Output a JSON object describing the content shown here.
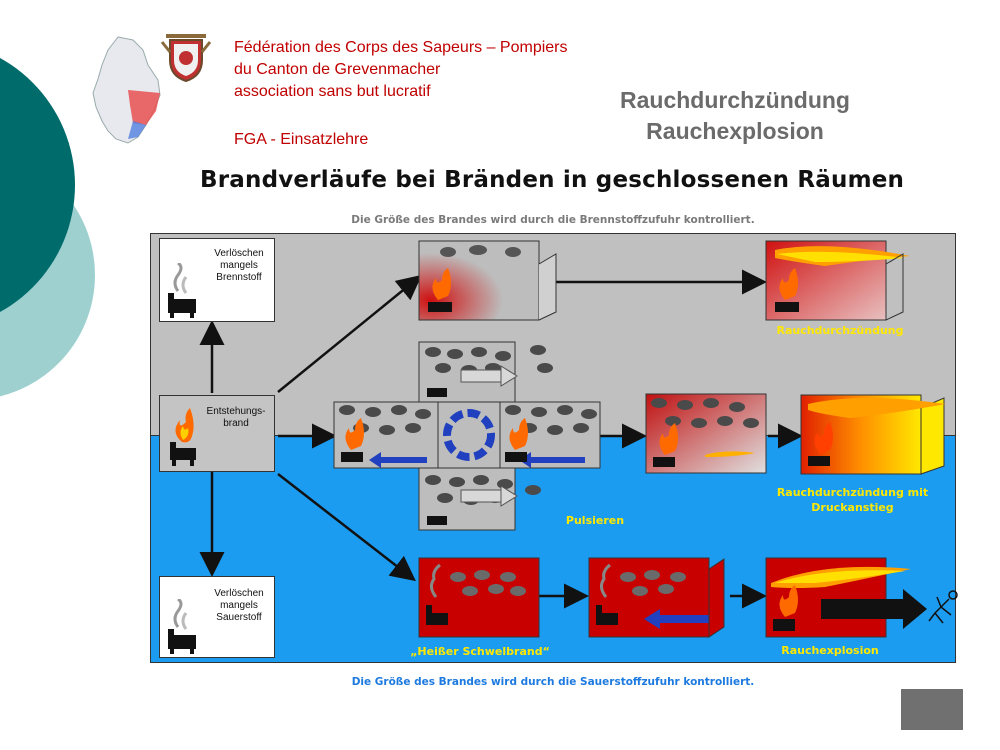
{
  "header": {
    "org_line1": "Fédération des Corps des Sapeurs – Pompiers",
    "org_line2": "du Canton de Grevenmacher",
    "org_line3": "association sans but lucratif",
    "org_line4": "FGA - Einsatzlehre",
    "title_line1": "Rauchdurchzündung",
    "title_line2": "Rauchexplosion"
  },
  "headline": "Brandverläufe bei Bränden in geschlossenen Räumen",
  "diagram": {
    "top_caption": "Die Größe des Brandes wird durch die Brennstoffzufuhr kontrolliert.",
    "bottom_caption": "Die Größe des Brandes wird durch die Sauerstoffzufuhr kontrolliert.",
    "box_fuel": "Verlöschen mangels Brennstoff",
    "box_origin": "Entstehungs- brand",
    "box_oxygen": "Verlöschen mangels Sauerstoff",
    "label_flashover": "Rauchdurchzündung",
    "label_flashover_pressure": "Rauchdurchzündung mit Druckanstieg",
    "label_pulsing": "Pulsieren",
    "label_smoldering": "„Heißer Schwelbrand“",
    "label_backdraft": "Rauchexplosion"
  },
  "colors": {
    "teal_dark": "#006b6b",
    "teal_light": "#9ed0d0",
    "org_red": "#c00000",
    "panel_gray": "#c0c0c0",
    "panel_blue": "#1c9cf0",
    "label_yellow": "#ffe800"
  }
}
